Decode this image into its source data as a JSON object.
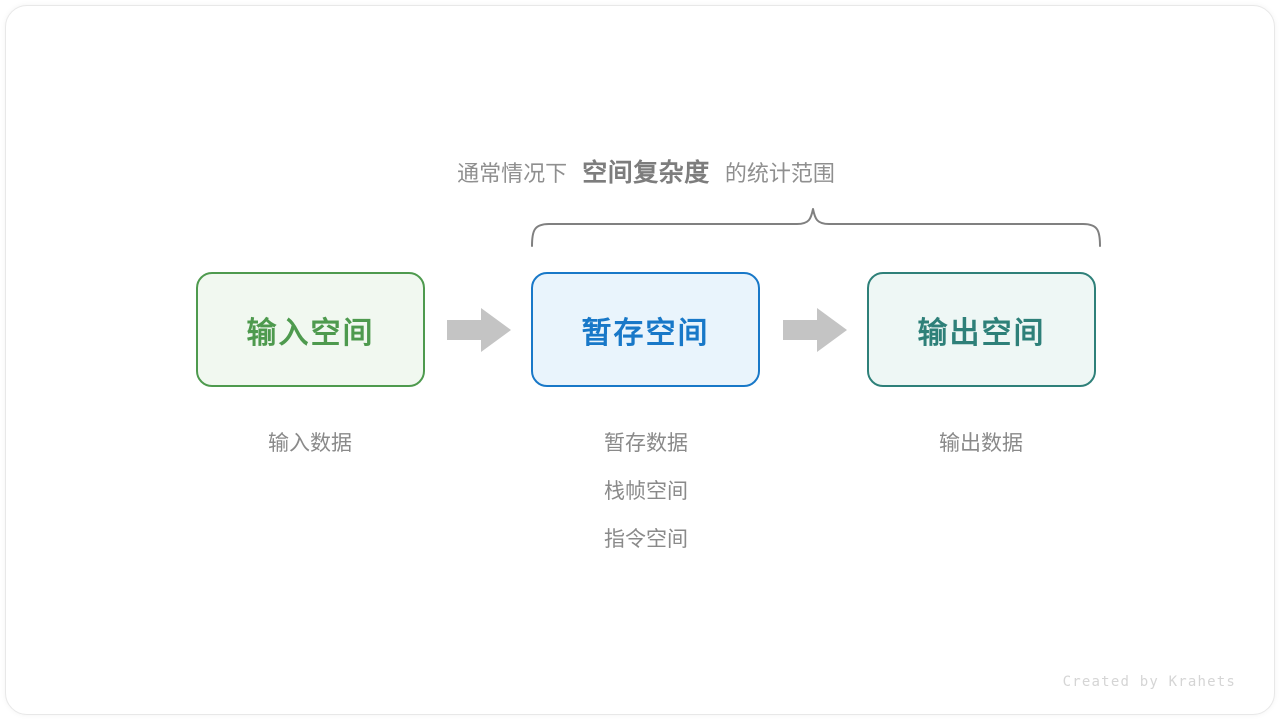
{
  "canvas": {
    "background": "#ffffff",
    "border_color": "#e8e8e8"
  },
  "heading": {
    "prefix": "通常情况下",
    "emphasis": "空间复杂度",
    "suffix": "的统计范围",
    "color": "#8f8f8f",
    "emphasis_color": "#7d7d7d"
  },
  "brace": {
    "color": "#808080",
    "name": "curly-brace-over-temp-and-output"
  },
  "boxes": [
    {
      "label": "输入空间",
      "fill": "#f1f8f0",
      "stroke": "#4e9a4e",
      "text_color": "#4e9a4e"
    },
    {
      "label": "暂存空间",
      "fill": "#e9f4fc",
      "stroke": "#1878c8",
      "text_color": "#1878c8"
    },
    {
      "label": "输出空间",
      "fill": "#eef7f5",
      "stroke": "#2e8079",
      "text_color": "#2e8079"
    }
  ],
  "arrows": [
    {
      "direction": "right",
      "color": "#c4c4c4"
    },
    {
      "direction": "right",
      "color": "#c4c4c4"
    }
  ],
  "captions": [
    {
      "lines": [
        "输入数据"
      ]
    },
    {
      "lines": [
        "暂存数据",
        "栈帧空间",
        "指令空间"
      ]
    },
    {
      "lines": [
        "输出数据"
      ]
    }
  ],
  "caption_color": "#8a8a8a",
  "watermark": {
    "text": "Created by Krahets",
    "color": "#d5d5d5"
  }
}
